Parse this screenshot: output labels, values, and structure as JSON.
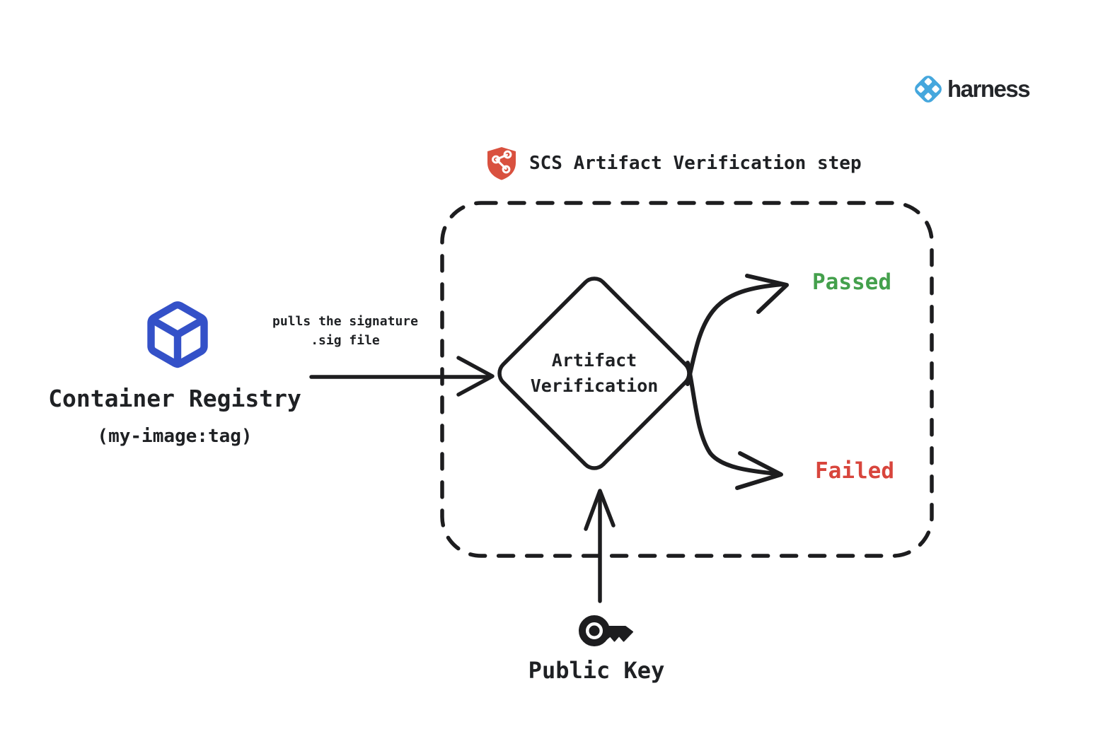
{
  "brand": {
    "name": "harness"
  },
  "diagram": {
    "step_header": {
      "title": "SCS Artifact Verification step",
      "icon": "shield-graph-icon"
    },
    "source": {
      "label": "Container Registry",
      "sublabel": "(my-image:tag)",
      "icon": "cube-icon"
    },
    "edge": {
      "label_line1": "pulls the signature",
      "label_line2": ".sig file"
    },
    "decision": {
      "label_line1": "Artifact",
      "label_line2": "Verification"
    },
    "outcomes": [
      {
        "label": "Passed",
        "color": "#44a04c"
      },
      {
        "label": "Failed",
        "color": "#d8453c"
      }
    ],
    "input": {
      "label": "Public Key",
      "icon": "key-icon"
    }
  },
  "colors": {
    "stroke": "#1d1d1f",
    "text": "#1f2124",
    "passed_green": "#44a04c",
    "failed_red": "#d8453c",
    "cube_blue": "#3451c8",
    "shield_red": "#d9513f",
    "harness_blue": "#45a7dd",
    "background": "#ffffff"
  }
}
